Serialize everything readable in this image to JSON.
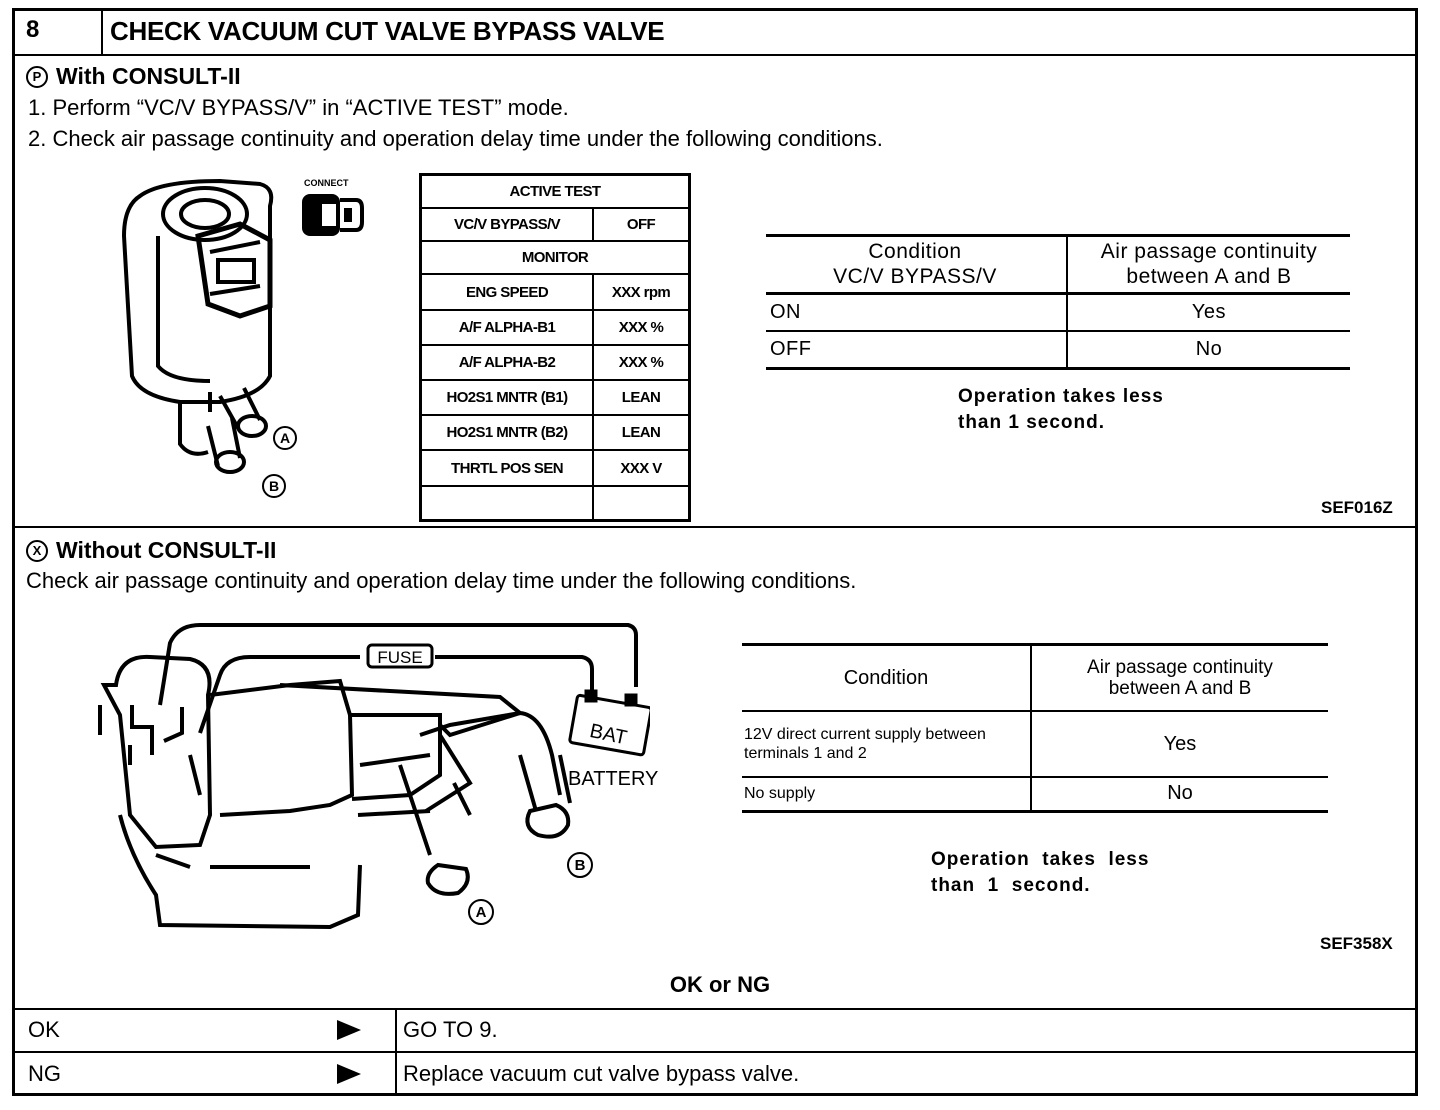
{
  "step": {
    "number": "8",
    "title": "CHECK VACUUM CUT VALVE BYPASS VALVE"
  },
  "with_consult": {
    "heading": "With CONSULT-II",
    "badge": "P",
    "instructions": [
      "1.  Perform “VC/V BYPASS/V” in “ACTIVE TEST” mode.",
      "2.  Check air passage continuity and operation delay time under the following conditions."
    ],
    "connect_label": "CONNECT",
    "port_a": "A",
    "port_b": "B",
    "active_test": {
      "title": "ACTIVE TEST",
      "item": "VC/V BYPASS/V",
      "item_value": "OFF",
      "monitor_title": "MONITOR",
      "monitor_rows": [
        {
          "name": "ENG SPEED",
          "value": "XXX rpm"
        },
        {
          "name": "A/F ALPHA-B1",
          "value": "XXX %"
        },
        {
          "name": "A/F ALPHA-B2",
          "value": "XXX %"
        },
        {
          "name": "HO2S1 MNTR (B1)",
          "value": "LEAN"
        },
        {
          "name": "HO2S1 MNTR (B2)",
          "value": "LEAN"
        },
        {
          "name": "THRTL POS SEN",
          "value": "XXX V"
        }
      ]
    },
    "condition_table": {
      "header_condition_line1": "Condition",
      "header_condition_line2": "VC/V BYPASS/V",
      "header_result_line1": "Air passage continuity",
      "header_result_line2": "between A and B",
      "rows": [
        {
          "condition": "ON",
          "result": "Yes"
        },
        {
          "condition": "OFF",
          "result": "No"
        }
      ]
    },
    "note_line1": "Operation takes less",
    "note_line2": "than 1 second.",
    "figure_ref": "SEF016Z"
  },
  "without_consult": {
    "heading": "Without CONSULT-II",
    "badge": "X",
    "instruction": "Check air passage continuity and operation delay time under the following conditions.",
    "fuse_label": "FUSE",
    "bat_label": "BAT",
    "battery_label": "BATTERY",
    "port_a": "A",
    "port_b": "B",
    "condition_table": {
      "header_condition": "Condition",
      "header_result_line1": "Air passage continuity",
      "header_result_line2": "between A and B",
      "rows": [
        {
          "condition_line1": "12V direct current supply between",
          "condition_line2": "terminals 1 and 2",
          "result": "Yes"
        },
        {
          "condition_line1": "No supply",
          "condition_line2": "",
          "result": "No"
        }
      ]
    },
    "note_line1": "Operation  takes  less",
    "note_line2": "than  1  second.",
    "figure_ref": "SEF358X"
  },
  "result": {
    "title": "OK or NG",
    "rows": [
      {
        "label": "OK",
        "action": "GO TO 9."
      },
      {
        "label": "NG",
        "action": "Replace vacuum cut valve bypass valve."
      }
    ]
  }
}
